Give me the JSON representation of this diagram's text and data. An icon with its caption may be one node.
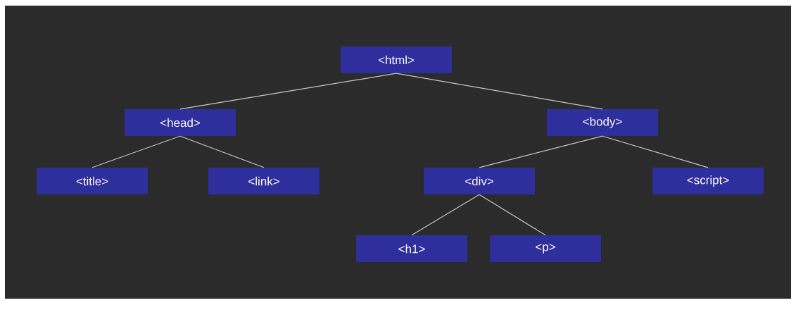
{
  "diagram": {
    "nodes": [
      {
        "text": [
          "<html>"
        ]
      },
      {
        "text": [
          "<head>"
        ]
      },
      {
        "text": [
          "<body>"
        ]
      },
      {
        "text": [
          "<title>"
        ]
      },
      {
        "text": [
          "<link>"
        ]
      },
      {
        "text": [
          "<div>"
        ]
      },
      {
        "text": [
          "<script>"
        ]
      },
      {
        "text": [
          "<h1>"
        ]
      },
      {
        "text": [
          "<p>"
        ]
      }
    ],
    "edges": [
      {
        "from": 0,
        "to": 1,
        "arrow": "none"
      },
      {
        "from": 0,
        "to": 2,
        "arrow": "none"
      },
      {
        "from": 1,
        "to": 3,
        "arrow": "none"
      },
      {
        "from": 1,
        "to": 4,
        "arrow": "none"
      },
      {
        "from": 2,
        "to": 5,
        "arrow": "none"
      },
      {
        "from": 2,
        "to": 6,
        "arrow": "none"
      },
      {
        "from": 5,
        "to": 7,
        "arrow": "none"
      },
      {
        "from": 5,
        "to": 8,
        "arrow": "none"
      }
    ]
  }
}
